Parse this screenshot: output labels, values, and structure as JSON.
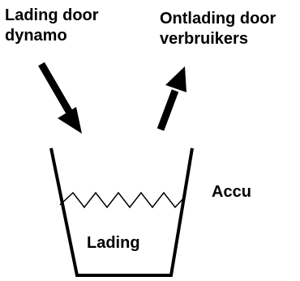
{
  "labels": {
    "charge": [
      "Lading door",
      "dynamo"
    ],
    "discharge": [
      "Ontlading door",
      "verbruikers"
    ],
    "battery": "Accu",
    "contents": "Lading"
  },
  "colors": {
    "ink": "#000000",
    "background": "#ffffff"
  }
}
